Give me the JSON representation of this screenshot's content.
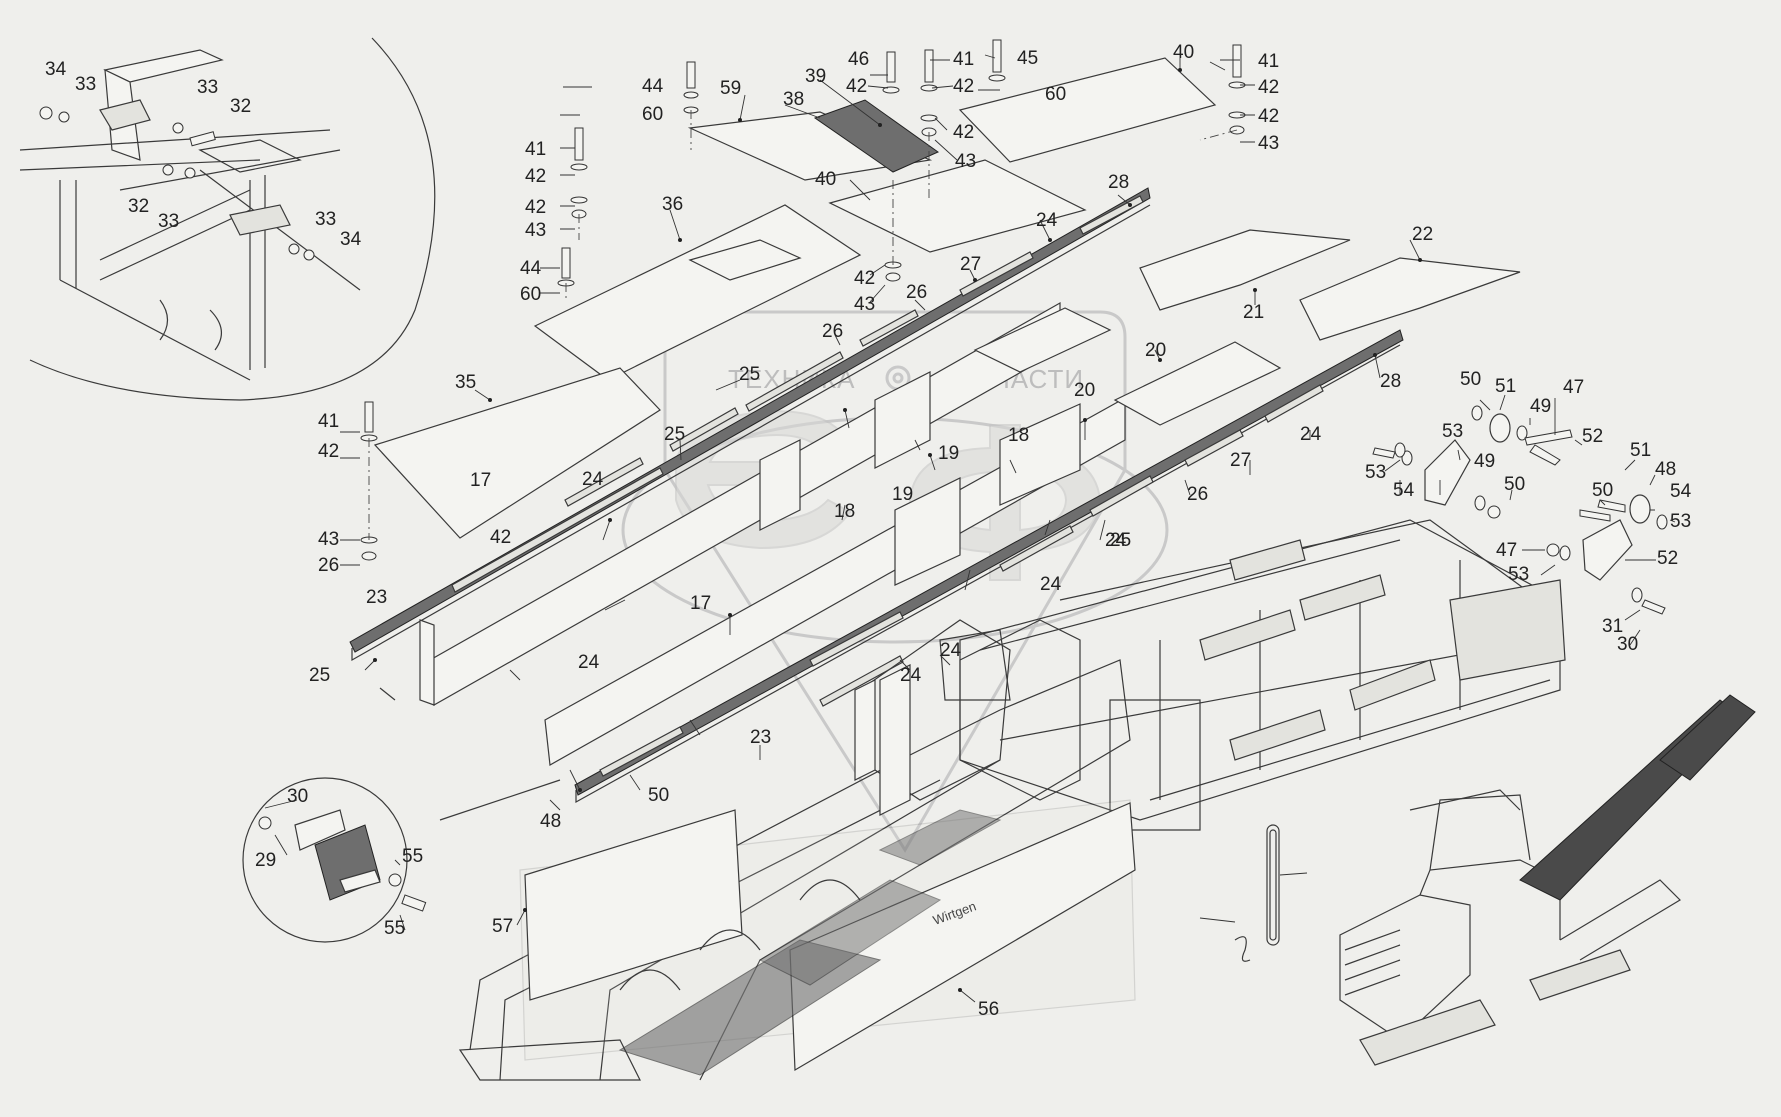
{
  "watermark": {
    "left": "ТЕХНИКА",
    "right": "ЗАПЧАСТИ"
  },
  "brand": "Wirtgen",
  "callouts": [
    {
      "id": "c34a",
      "text": "34"
    },
    {
      "id": "c33a",
      "text": "33"
    },
    {
      "id": "c33b",
      "text": "33"
    },
    {
      "id": "c32a",
      "text": "32"
    },
    {
      "id": "c32b",
      "text": "32"
    },
    {
      "id": "c33c",
      "text": "33"
    },
    {
      "id": "c33d",
      "text": "33"
    },
    {
      "id": "c34b",
      "text": "34"
    },
    {
      "id": "c44a",
      "text": "44"
    },
    {
      "id": "c60a",
      "text": "60"
    },
    {
      "id": "c59",
      "text": "59"
    },
    {
      "id": "c39",
      "text": "39"
    },
    {
      "id": "c38",
      "text": "38"
    },
    {
      "id": "c46",
      "text": "46"
    },
    {
      "id": "c42a",
      "text": "42"
    },
    {
      "id": "c41a",
      "text": "41"
    },
    {
      "id": "c42b",
      "text": "42"
    },
    {
      "id": "c45",
      "text": "45"
    },
    {
      "id": "c60b",
      "text": "60"
    },
    {
      "id": "c40a",
      "text": "40"
    },
    {
      "id": "c41b",
      "text": "41"
    },
    {
      "id": "c42c",
      "text": "42"
    },
    {
      "id": "c42d",
      "text": "42"
    },
    {
      "id": "c43a",
      "text": "43"
    },
    {
      "id": "c42e",
      "text": "42"
    },
    {
      "id": "c43b",
      "text": "43"
    },
    {
      "id": "c40b",
      "text": "40"
    },
    {
      "id": "c41c",
      "text": "41"
    },
    {
      "id": "c42f",
      "text": "42"
    },
    {
      "id": "c42g",
      "text": "42"
    },
    {
      "id": "c43c",
      "text": "43"
    },
    {
      "id": "c36",
      "text": "36"
    },
    {
      "id": "c44b",
      "text": "44"
    },
    {
      "id": "c60c",
      "text": "60"
    },
    {
      "id": "c42h",
      "text": "42"
    },
    {
      "id": "c43d",
      "text": "43"
    },
    {
      "id": "c28a",
      "text": "28"
    },
    {
      "id": "c24a",
      "text": "24"
    },
    {
      "id": "c27a",
      "text": "27"
    },
    {
      "id": "c26a",
      "text": "26"
    },
    {
      "id": "c22",
      "text": "22"
    },
    {
      "id": "c21",
      "text": "21"
    },
    {
      "id": "c26b",
      "text": "26"
    },
    {
      "id": "c25a",
      "text": "25"
    },
    {
      "id": "c20a",
      "text": "20"
    },
    {
      "id": "c20b",
      "text": "20"
    },
    {
      "id": "c28b",
      "text": "28"
    },
    {
      "id": "c35",
      "text": "35"
    },
    {
      "id": "c41d",
      "text": "41"
    },
    {
      "id": "c42i",
      "text": "42"
    },
    {
      "id": "c25b",
      "text": "25"
    },
    {
      "id": "c19a",
      "text": "19"
    },
    {
      "id": "c18a",
      "text": "18"
    },
    {
      "id": "c24b",
      "text": "24"
    },
    {
      "id": "c27b",
      "text": "27"
    },
    {
      "id": "c24c",
      "text": "24"
    },
    {
      "id": "c18b",
      "text": "18"
    },
    {
      "id": "c19b",
      "text": "19"
    },
    {
      "id": "c26c",
      "text": "26"
    },
    {
      "id": "c24d",
      "text": "24"
    },
    {
      "id": "c42j",
      "text": "42"
    },
    {
      "id": "c43e",
      "text": "43"
    },
    {
      "id": "c26d",
      "text": "26"
    },
    {
      "id": "c25c",
      "text": "25"
    },
    {
      "id": "c24e",
      "text": "24"
    },
    {
      "id": "c17a",
      "text": "17"
    },
    {
      "id": "c23a",
      "text": "23"
    },
    {
      "id": "c17b",
      "text": "17"
    },
    {
      "id": "c25d",
      "text": "25"
    },
    {
      "id": "c24f",
      "text": "24"
    },
    {
      "id": "c24g",
      "text": "24"
    },
    {
      "id": "c24h",
      "text": "24"
    },
    {
      "id": "c23b",
      "text": "23"
    },
    {
      "id": "c50a",
      "text": "50"
    },
    {
      "id": "c48a",
      "text": "48"
    },
    {
      "id": "c50b",
      "text": "50"
    },
    {
      "id": "c51a",
      "text": "51"
    },
    {
      "id": "c49a",
      "text": "49"
    },
    {
      "id": "c47a",
      "text": "47"
    },
    {
      "id": "c52a",
      "text": "52"
    },
    {
      "id": "c53a",
      "text": "53"
    },
    {
      "id": "c53b",
      "text": "53"
    },
    {
      "id": "c54a",
      "text": "54"
    },
    {
      "id": "c49b",
      "text": "49"
    },
    {
      "id": "c50c",
      "text": "50"
    },
    {
      "id": "c51b",
      "text": "51"
    },
    {
      "id": "c48b",
      "text": "48"
    },
    {
      "id": "c50d",
      "text": "50"
    },
    {
      "id": "c54b",
      "text": "54"
    },
    {
      "id": "c53c",
      "text": "53"
    },
    {
      "id": "c47b",
      "text": "47"
    },
    {
      "id": "c53d",
      "text": "53"
    },
    {
      "id": "c52b",
      "text": "52"
    },
    {
      "id": "c31",
      "text": "31"
    },
    {
      "id": "c30a",
      "text": "30"
    },
    {
      "id": "c30b",
      "text": "30"
    },
    {
      "id": "c29",
      "text": "29"
    },
    {
      "id": "c55a",
      "text": "55"
    },
    {
      "id": "c55b",
      "text": "55"
    },
    {
      "id": "c57",
      "text": "57"
    },
    {
      "id": "c56",
      "text": "56"
    }
  ]
}
